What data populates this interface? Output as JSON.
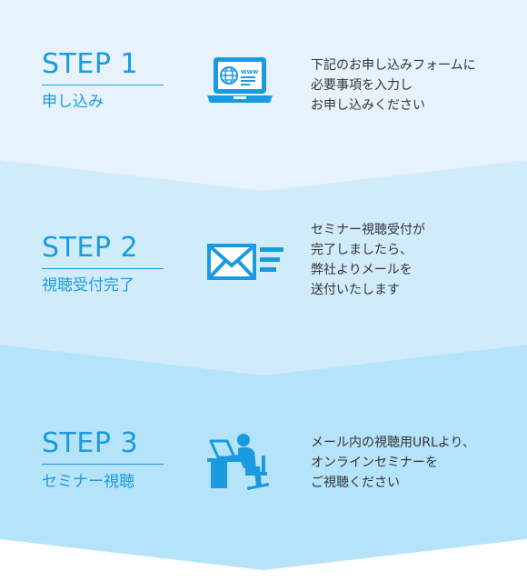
{
  "colors": {
    "accent": "#1a9be0",
    "band1": "#e6f3fc",
    "band2": "#d0ecfb",
    "band3": "#b5e3fa",
    "text": "#333333"
  },
  "steps": [
    {
      "title": "STEP 1",
      "subtitle": "申し込み",
      "icon": "laptop-www-icon",
      "icon_label": "www",
      "lines": [
        "下記のお申し込みフォームに",
        "必要事項を入力し",
        "お申し込みください"
      ]
    },
    {
      "title": "STEP 2",
      "subtitle": "視聴受付完了",
      "icon": "mail-sending-icon",
      "lines": [
        "セミナー視聴受付が",
        "完了しましたら、",
        "弊社よりメールを",
        "送付いたします"
      ]
    },
    {
      "title": "STEP 3",
      "subtitle": "セミナー視聴",
      "icon": "person-at-computer-icon",
      "lines": [
        "メール内の視聴用URLより、",
        "オンラインセミナーを",
        "ご視聴ください"
      ]
    }
  ]
}
